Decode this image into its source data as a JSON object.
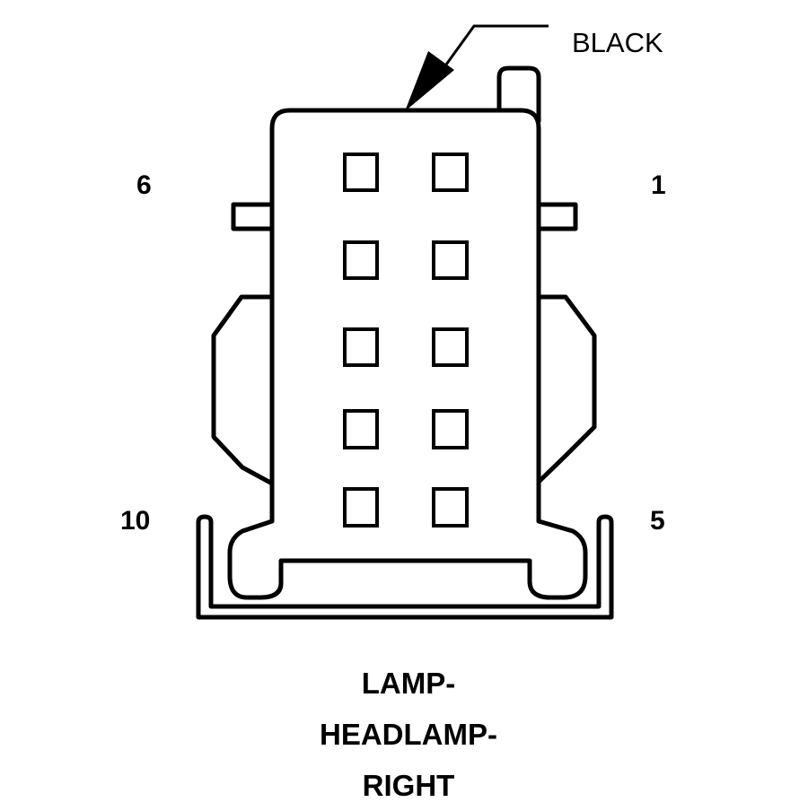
{
  "connector": {
    "color_label": "BLACK",
    "pin_labels": {
      "top_left": "6",
      "top_right": "1",
      "bottom_left": "10",
      "bottom_right": "5"
    },
    "cavity_count": 10,
    "caption": [
      "LAMP-",
      "HEADLAMP-",
      "RIGHT"
    ]
  }
}
